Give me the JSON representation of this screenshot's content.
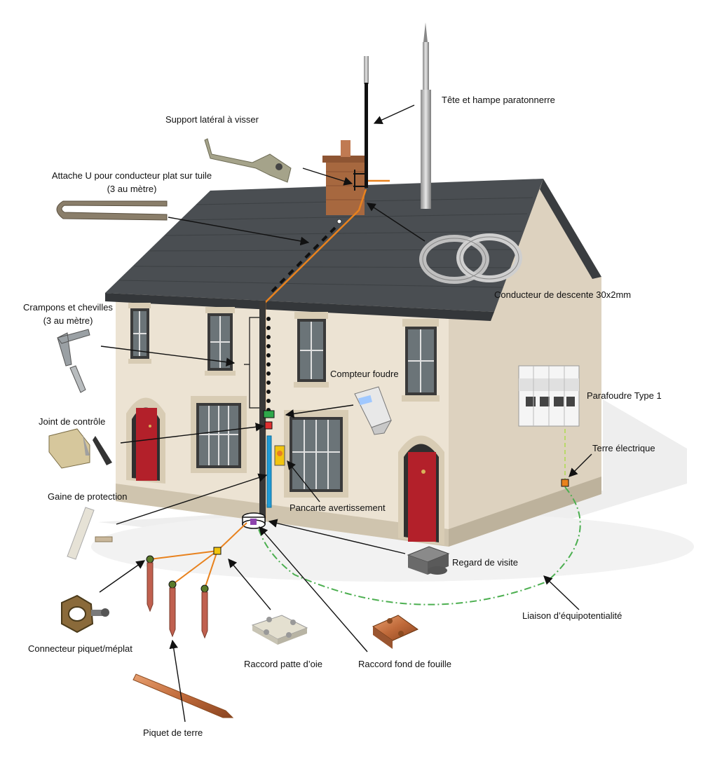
{
  "labels": {
    "tete_hampe": "Tête et hampe paratonnerre",
    "support_lateral": "Support latéral à visser",
    "attache_u": "Attache U pour conducteur plat sur tuile",
    "attache_u_note": "(3 au mètre)",
    "conducteur_descente": "Conducteur de descente 30x2mm",
    "crampons": "Crampons et chevilles",
    "crampons_note": "(3 au mètre)",
    "compteur_foudre": "Compteur foudre",
    "parafoudre": "Parafoudre Type 1",
    "joint_controle": "Joint de contrôle",
    "terre_electrique": "Terre électrique",
    "gaine_protection": "Gaine de protection",
    "pancarte": "Pancarte avertissement",
    "regard_visite": "Regard de visite",
    "liaison": "Liaison d’équipotentialité",
    "connecteur_piquet": "Connecteur piquet/méplat",
    "raccord_patte": "Raccord patte d’oie",
    "raccord_fond": "Raccord fond de fouille",
    "piquet_terre": "Piquet de terre"
  },
  "colors": {
    "wall": "#ece3d3",
    "wall_side": "#ddd2bf",
    "roof": "#4a4e52",
    "conductor": "#e8821e",
    "door": "#b3202a",
    "sheath": "#1f9bd6",
    "equipotential": "#4caf50",
    "ground_rod": "#c0604f"
  }
}
